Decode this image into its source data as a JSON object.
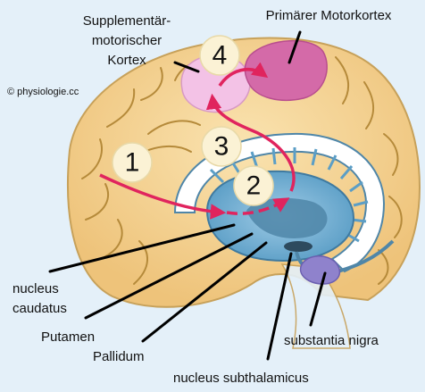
{
  "copyright": "© physiologie.cc",
  "labels": {
    "supplementaer_1": "Supplementär-",
    "supplementaer_2": "motorischer",
    "supplementaer_3": "Kortex",
    "primaer": "Primärer Motorkortex",
    "nucleus_caudatus_1": "nucleus",
    "nucleus_caudatus_2": "caudatus",
    "putamen": "Putamen",
    "pallidum": "Pallidum",
    "nucleus_subthalamicus": "nucleus subthalamicus",
    "substantia_nigra": "substantia nigra"
  },
  "steps": [
    "1",
    "2",
    "3",
    "4"
  ],
  "colors": {
    "background": "#e4f0f9",
    "cortex": "#f6d79b",
    "sulcus": "#b58a3a",
    "striatum": "#78b5d8",
    "pallidum": "#4f86a8",
    "substantia_nigra": "#8f82cc",
    "supplementary_cortex": "#f3c2e6",
    "primary_cortex": "#d46aa8",
    "arrow": "#e0245e",
    "step_circle": "#fbf2d5"
  }
}
